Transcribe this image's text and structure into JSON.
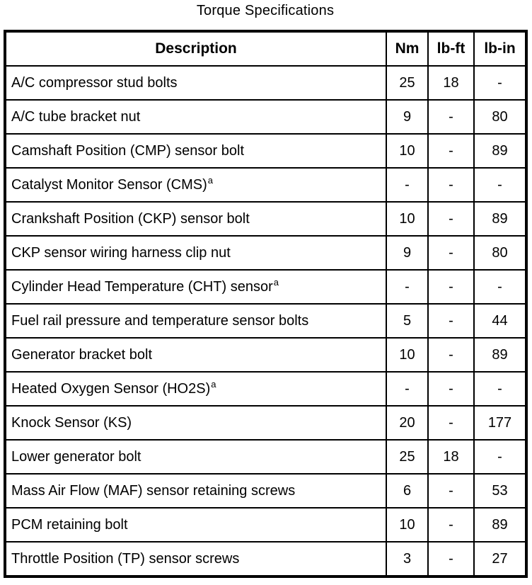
{
  "page": {
    "title": "Torque Specifications"
  },
  "colors": {
    "background": "#ffffff",
    "border": "#000000",
    "text": "#000000"
  },
  "table": {
    "columns": [
      "Description",
      "Nm",
      "lb-ft",
      "lb-in"
    ],
    "footnote_marker": "a",
    "rows": [
      {
        "description": "A/C compressor stud bolts",
        "sup": "",
        "nm": "25",
        "lb_ft": "18",
        "lb_in": "-"
      },
      {
        "description": "A/C tube bracket nut",
        "sup": "",
        "nm": "9",
        "lb_ft": "-",
        "lb_in": "80"
      },
      {
        "description": "Camshaft Position (CMP) sensor bolt",
        "sup": "",
        "nm": "10",
        "lb_ft": "-",
        "lb_in": "89"
      },
      {
        "description": "Catalyst Monitor Sensor (CMS)",
        "sup": "a",
        "nm": "-",
        "lb_ft": "-",
        "lb_in": "-"
      },
      {
        "description": "Crankshaft Position (CKP) sensor bolt",
        "sup": "",
        "nm": "10",
        "lb_ft": "-",
        "lb_in": "89"
      },
      {
        "description": "CKP sensor wiring harness clip nut",
        "sup": "",
        "nm": "9",
        "lb_ft": "-",
        "lb_in": "80"
      },
      {
        "description": "Cylinder Head Temperature (CHT) sensor",
        "sup": "a",
        "nm": "-",
        "lb_ft": "-",
        "lb_in": "-"
      },
      {
        "description": "Fuel rail pressure and temperature sensor bolts",
        "sup": "",
        "nm": "5",
        "lb_ft": "-",
        "lb_in": "44"
      },
      {
        "description": "Generator bracket bolt",
        "sup": "",
        "nm": "10",
        "lb_ft": "-",
        "lb_in": "89"
      },
      {
        "description": "Heated Oxygen Sensor (HO2S)",
        "sup": "a",
        "nm": "-",
        "lb_ft": "-",
        "lb_in": "-"
      },
      {
        "description": "Knock Sensor (KS)",
        "sup": "",
        "nm": "20",
        "lb_ft": "-",
        "lb_in": "177"
      },
      {
        "description": "Lower generator bolt",
        "sup": "",
        "nm": "25",
        "lb_ft": "18",
        "lb_in": "-"
      },
      {
        "description": "Mass Air Flow (MAF) sensor retaining screws",
        "sup": "",
        "nm": "6",
        "lb_ft": "-",
        "lb_in": "53"
      },
      {
        "description": "PCM retaining bolt",
        "sup": "",
        "nm": "10",
        "lb_ft": "-",
        "lb_in": "89"
      },
      {
        "description": "Throttle Position (TP) sensor screws",
        "sup": "",
        "nm": "3",
        "lb_ft": "-",
        "lb_in": "27"
      }
    ]
  }
}
